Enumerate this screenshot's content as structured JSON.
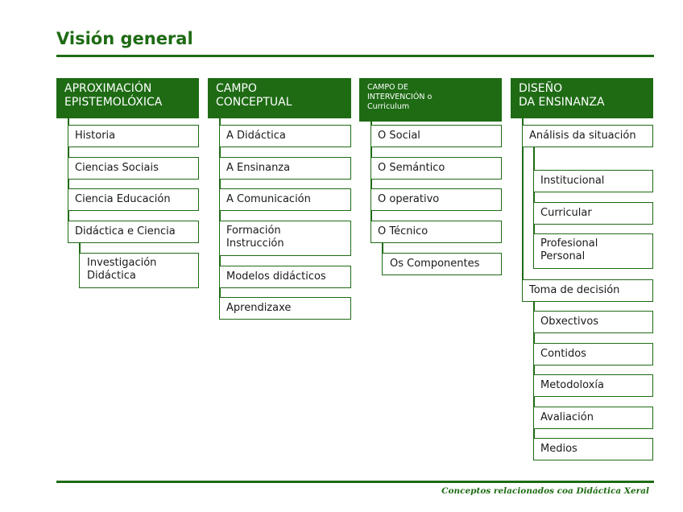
{
  "title": "Visión general",
  "footer": "Conceptos relacionados coa Didáctica Xeral",
  "columns": [
    {
      "header": "APROXIMACIÓN\nEPISTEMOLÓXICA",
      "items": [
        "Historia",
        "Ciencias Sociais",
        "Ciencia Educación",
        "Didáctica e Ciencia"
      ],
      "sub": [
        "Investigación\nDidáctica"
      ]
    },
    {
      "header": "CAMPO\nCONCEPTUAL",
      "items": [
        "A Didáctica",
        "A Ensinanza",
        "A Comunicación",
        "Formación\nInstrucción",
        "Modelos didácticos",
        "Aprendizaxe"
      ]
    },
    {
      "header": "CAMPO DE\nINTERVENCIÓN o\nCurriculum",
      "items": [
        "O Social",
        "O Semántico",
        "O operativo",
        "O Técnico"
      ],
      "sub": [
        "Os Componentes"
      ]
    },
    {
      "header": "DISEÑO\nDA ENSINANZA",
      "items": [
        "Análisis da situación",
        "Toma de decisión"
      ],
      "sub_situacion": [
        "Institucional",
        "Curricular",
        "Profesional\nPersonal"
      ],
      "sub_decision": [
        "Obxectivos",
        "Contidos",
        "Metodoloxía",
        "Avaliación",
        "Medios"
      ]
    }
  ]
}
